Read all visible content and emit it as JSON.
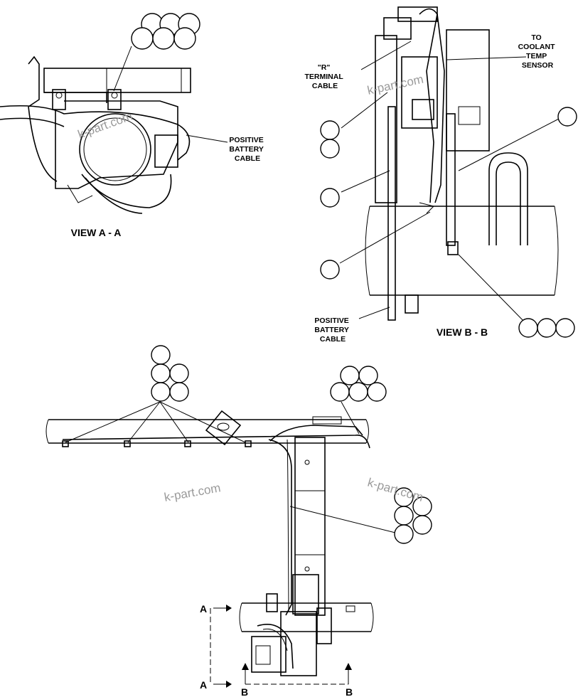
{
  "views": {
    "view_a": "VIEW A - A",
    "view_b": "VIEW B - B"
  },
  "callouts": {
    "positive_battery_cable_a": [
      "POSITIVE",
      "BATTERY",
      "CABLE"
    ],
    "positive_battery_cable_b": [
      "POSITIVE",
      "BATTERY",
      "CABLE"
    ],
    "r_terminal_cable": [
      "\"R\"",
      "TERMINAL",
      "CABLE"
    ],
    "coolant_temp_sensor": [
      "TO",
      "COOLANT",
      "TEMP",
      "SENSOR"
    ]
  },
  "section_markers": {
    "a_top": "A",
    "a_bottom": "A",
    "b_left": "B",
    "b_right": "B"
  },
  "watermark": "k-part.com"
}
